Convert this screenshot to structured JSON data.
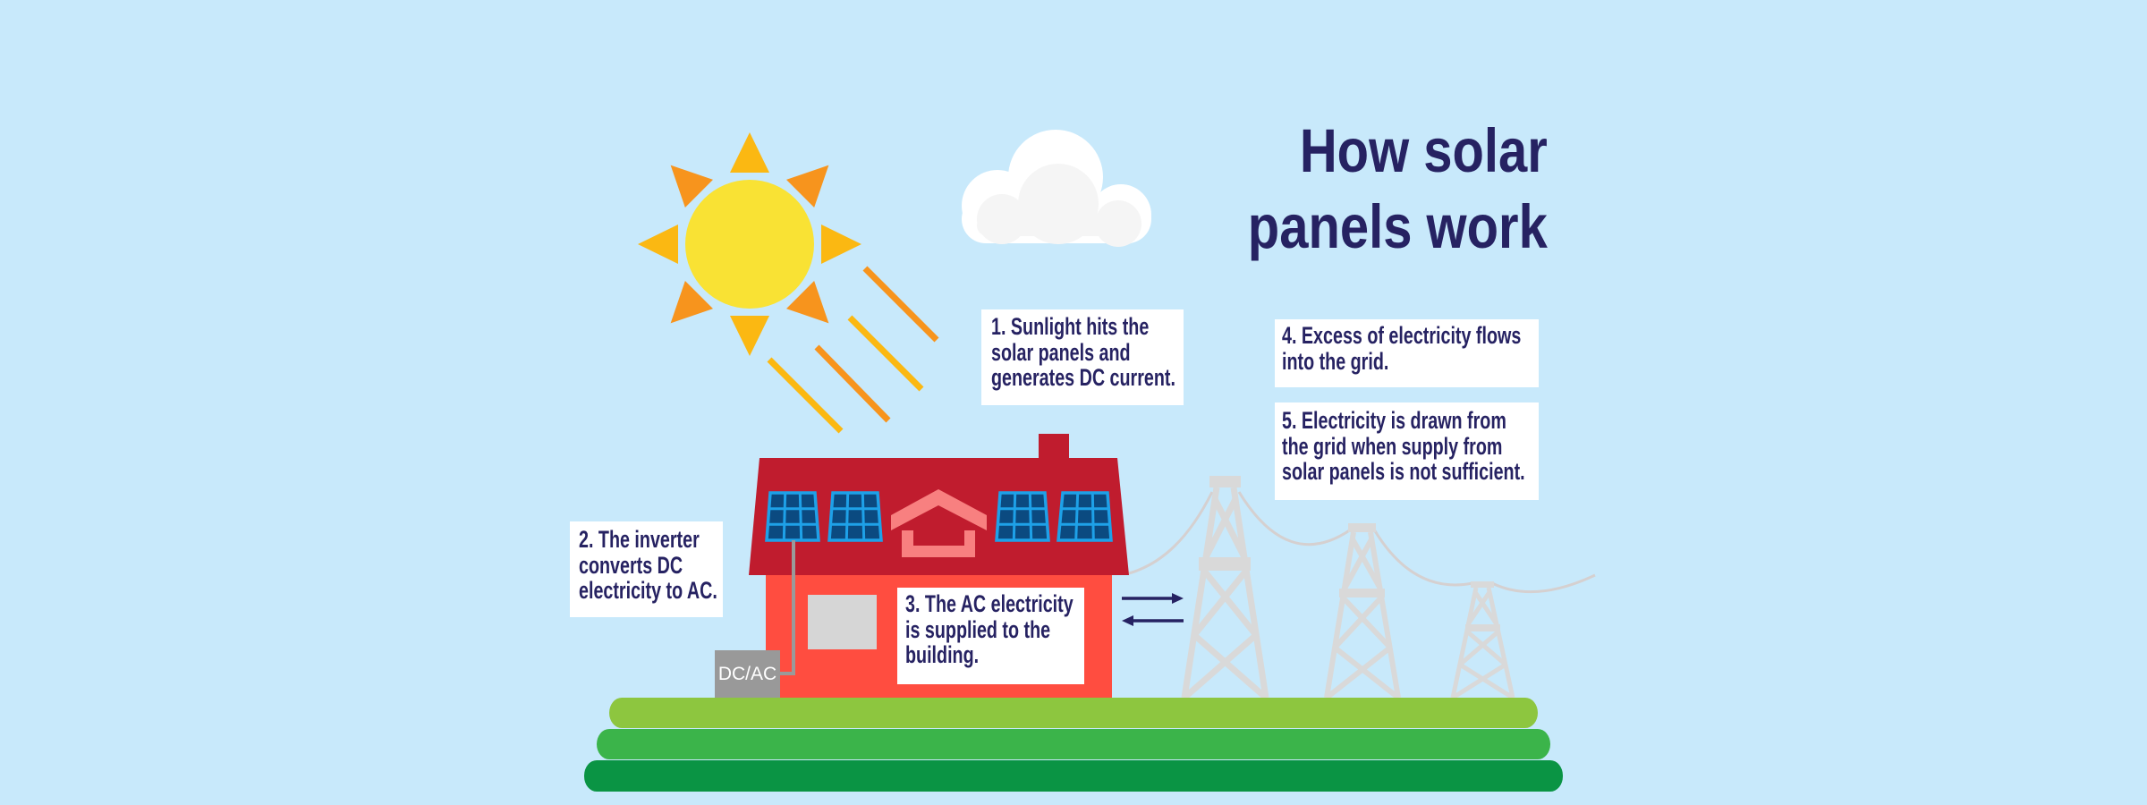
{
  "title": {
    "lines": [
      "How solar",
      "panels work"
    ]
  },
  "steps": [
    {
      "number": 1,
      "lines": [
        "1. Sunlight hits the",
        "solar panels and",
        "generates DC current."
      ]
    },
    {
      "number": 2,
      "lines": [
        "2. The inverter",
        "converts DC",
        "electricity to AC."
      ]
    },
    {
      "number": 3,
      "lines": [
        "3. The AC electricity",
        "is supplied to the",
        "building."
      ]
    },
    {
      "number": 4,
      "lines": [
        "4. Excess of electricity flows",
        "into the grid."
      ]
    },
    {
      "number": 5,
      "lines": [
        "5. Electricity is drawn from",
        "the grid when supply from",
        "solar panels is not sufficient."
      ]
    }
  ],
  "inverter": {
    "label": "DC/AC"
  },
  "icons": {
    "sun": "sun-icon",
    "cloud": "cloud-icon",
    "house": "house-icon",
    "solar_panel": "solar-panel-icon",
    "power_tower": "power-tower-icon",
    "arrows": "bidirectional-arrow-icon"
  },
  "colors": {
    "sky": "#c8e9fb",
    "title_text": "#262262",
    "roof": "#c01c2e",
    "house_wall": "#ff4d40",
    "window": "#d6d6d6",
    "panel_frame": "#1ea1e8",
    "panel_cell": "#0b4a80",
    "roof_icon": "#f88080",
    "sun": "#f9e234",
    "ray_amber": "#fbb812",
    "ray_orange": "#f7941d",
    "cloud_outer": "#ffffff",
    "cloud_inner": "#f5f5f5",
    "tower_grey": "#d9d9d9",
    "wire_grey": "#d5d0d0",
    "inverter_grey": "#999999",
    "ground_light": "#8dc63f",
    "ground_mid": "#3bb44a",
    "ground_dark": "#0a9444",
    "arrow": "#262262"
  }
}
